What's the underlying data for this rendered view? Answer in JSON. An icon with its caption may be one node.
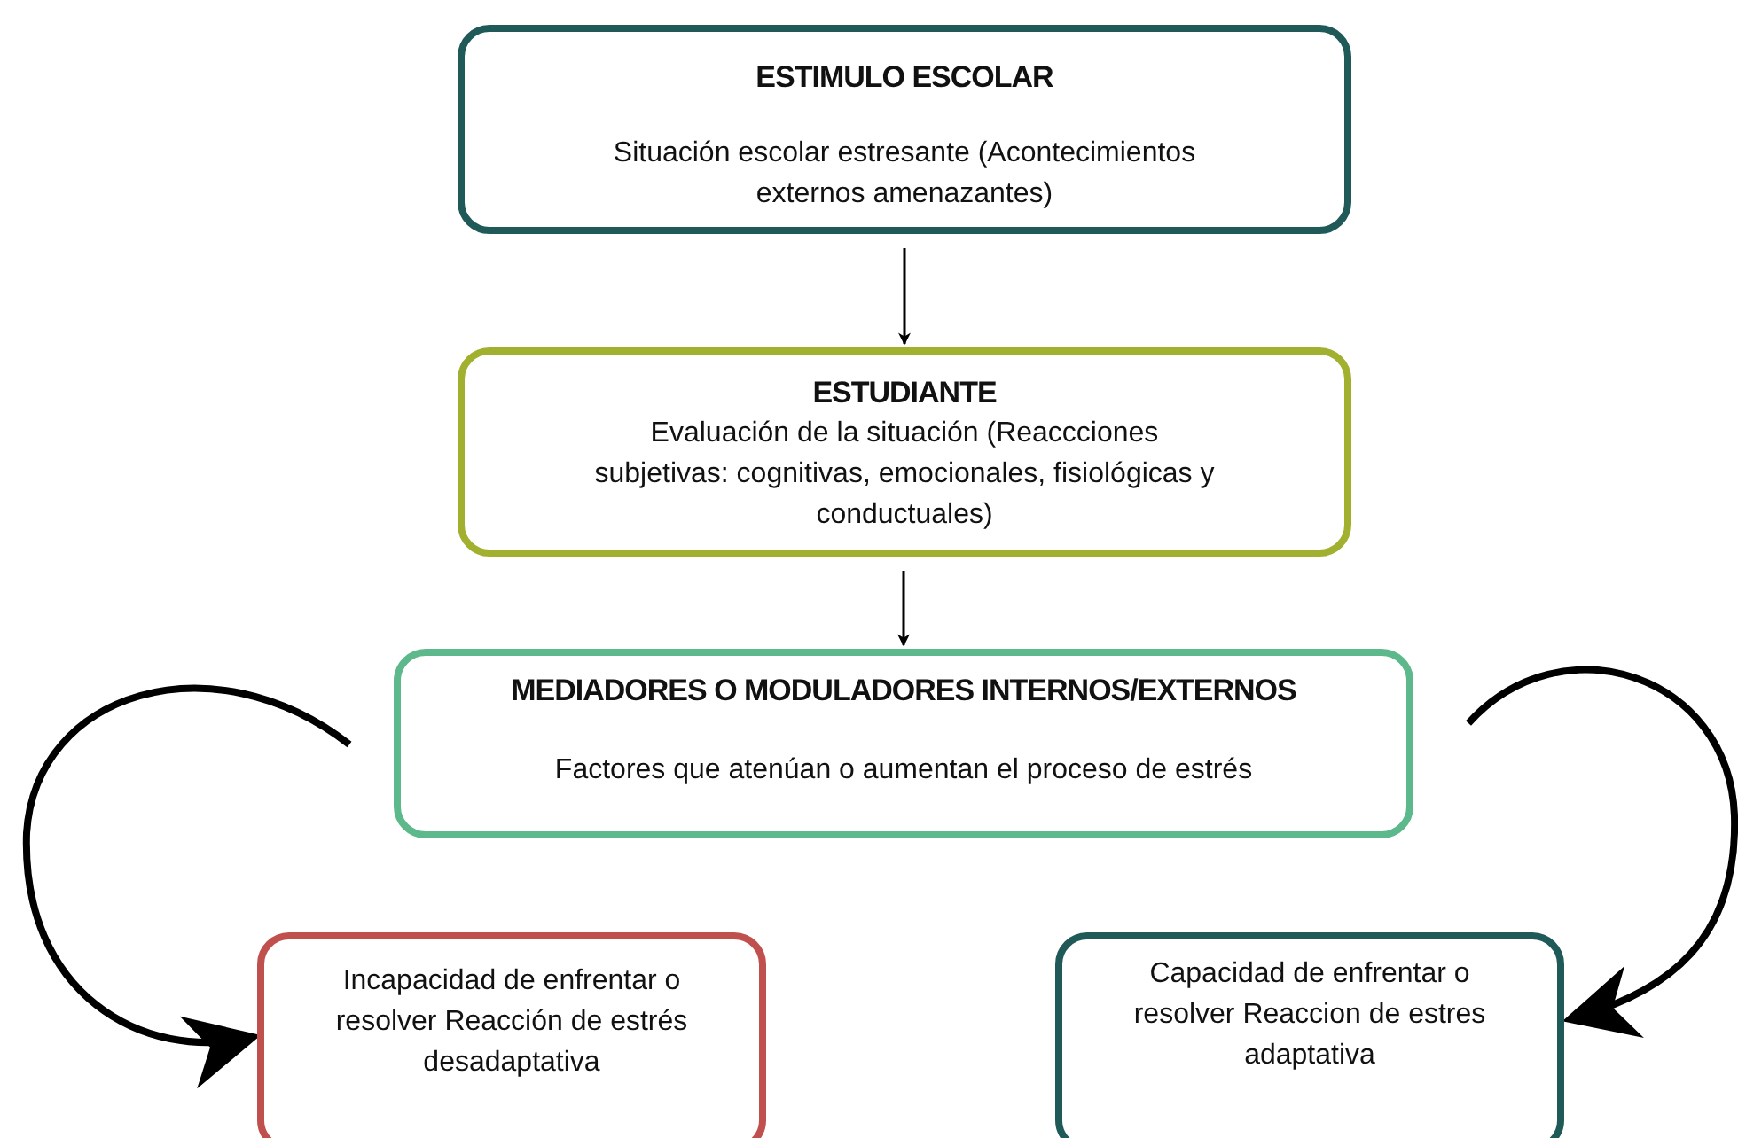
{
  "diagram": {
    "nodes": [
      {
        "text": [
          "ESTIMULO ESCOLAR",
          "Situación escolar estresante (Acontecimientos externos amenazantes)"
        ]
      },
      {
        "text": [
          "ESTUDIANTE",
          "Evaluación de la situación (Reaccciones subjetivas: cognitivas, emocionales, fisiológicas y conductuales)"
        ]
      },
      {
        "text": [
          "MEDIADORES O MODULADORES INTERNOS/EXTERNOS",
          "Factores que atenúan o aumentan el proceso de estrés"
        ]
      },
      {
        "text": [
          "Incapacidad de enfrentar o resolver Reacción de estrés desadaptativa"
        ]
      },
      {
        "text": [
          "Capacidad de enfrentar o resolver Reaccion de estres adaptativa"
        ]
      }
    ],
    "edges": [
      {
        "from": 0,
        "to": 1,
        "arrow": "to"
      },
      {
        "from": 1,
        "to": 2,
        "arrow": "to"
      },
      {
        "from": 2,
        "to": 3,
        "arrow": "to",
        "style": "thick"
      },
      {
        "from": 2,
        "to": 4,
        "arrow": "to",
        "style": "thick"
      }
    ]
  }
}
